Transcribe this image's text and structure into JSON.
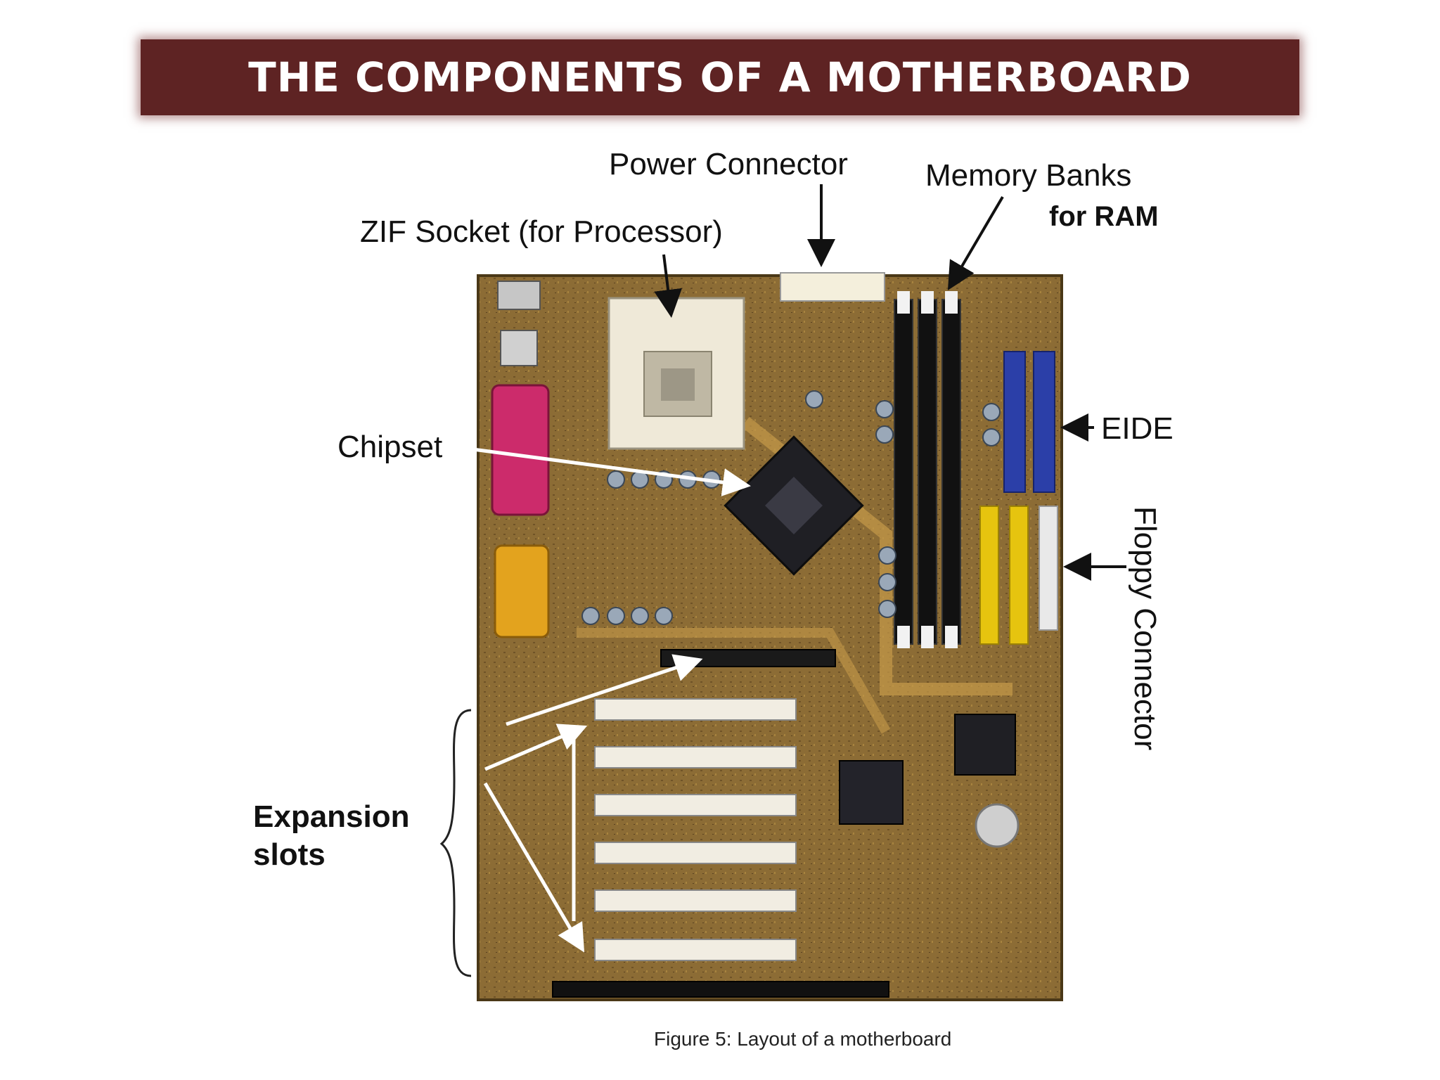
{
  "slide": {
    "title": "THE COMPONENTS OF A MOTHERBOARD",
    "caption": "Figure 5: Layout of a motherboard"
  },
  "labels": {
    "power_connector": "Power Connector",
    "memory_banks_line1": "Memory Banks",
    "memory_banks_line2": "for RAM",
    "zif_socket": "ZIF Socket (for Processor)",
    "chipset": "Chipset",
    "eide": "EIDE",
    "floppy_connector": "Floppy Connector",
    "expansion_line1": "Expansion",
    "expansion_line2": "slots"
  },
  "colors": {
    "title_bar": "#5e2323",
    "pcb": "#8a6a32",
    "ide_blue": "#2b3fa8",
    "floppy_yellow": "#e6c40f",
    "parallel_pink": "#cc2b6b",
    "serial_yellow": "#e3a31e"
  }
}
